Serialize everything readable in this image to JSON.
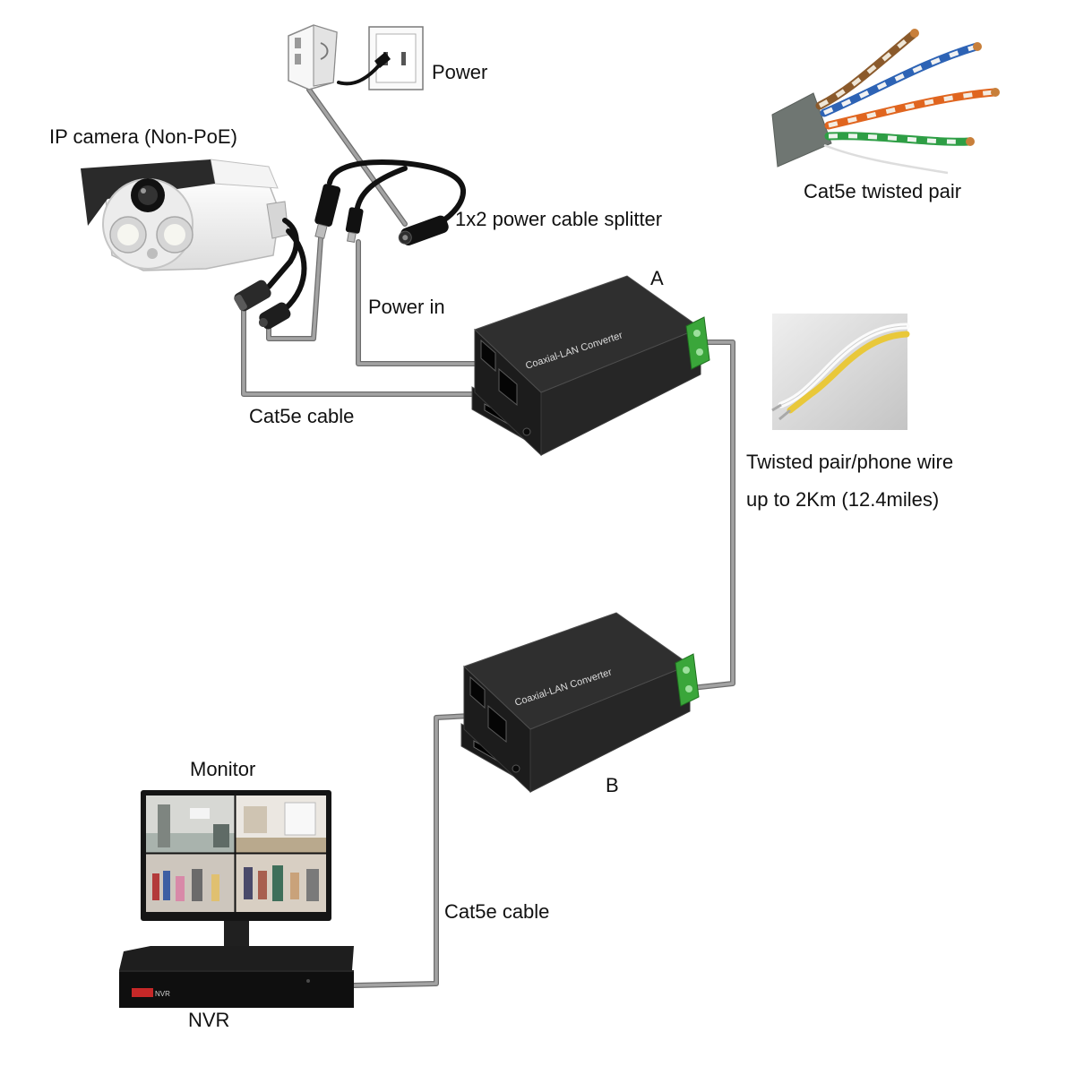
{
  "labels": {
    "power": "Power",
    "ip_camera": "IP camera (Non-PoE)",
    "cat5e_twisted_pair": "Cat5e twisted pair",
    "power_splitter": "1x2 power cable splitter",
    "converter_a": "A",
    "power_in": "Power in",
    "cat5e_cable_camera": "Cat5e cable",
    "twisted_pair_wire": "Twisted pair/phone wire",
    "twisted_pair_distance": "up to 2Km (12.4miles)",
    "converter_b": "B",
    "monitor": "Monitor",
    "cat5e_cable_nvr": "Cat5e cable",
    "nvr": "NVR"
  },
  "devices": {
    "converter_a_label": "Coaxial-LAN Converter",
    "converter_b_label": "Coaxial-LAN Converter",
    "nvr_front_label": "NVR"
  },
  "colors": {
    "cable": "#a3a3a3",
    "converter_body": "#2b2b2b",
    "terminal_block": "#3aa63a",
    "nvr_badge": "#c62828"
  }
}
